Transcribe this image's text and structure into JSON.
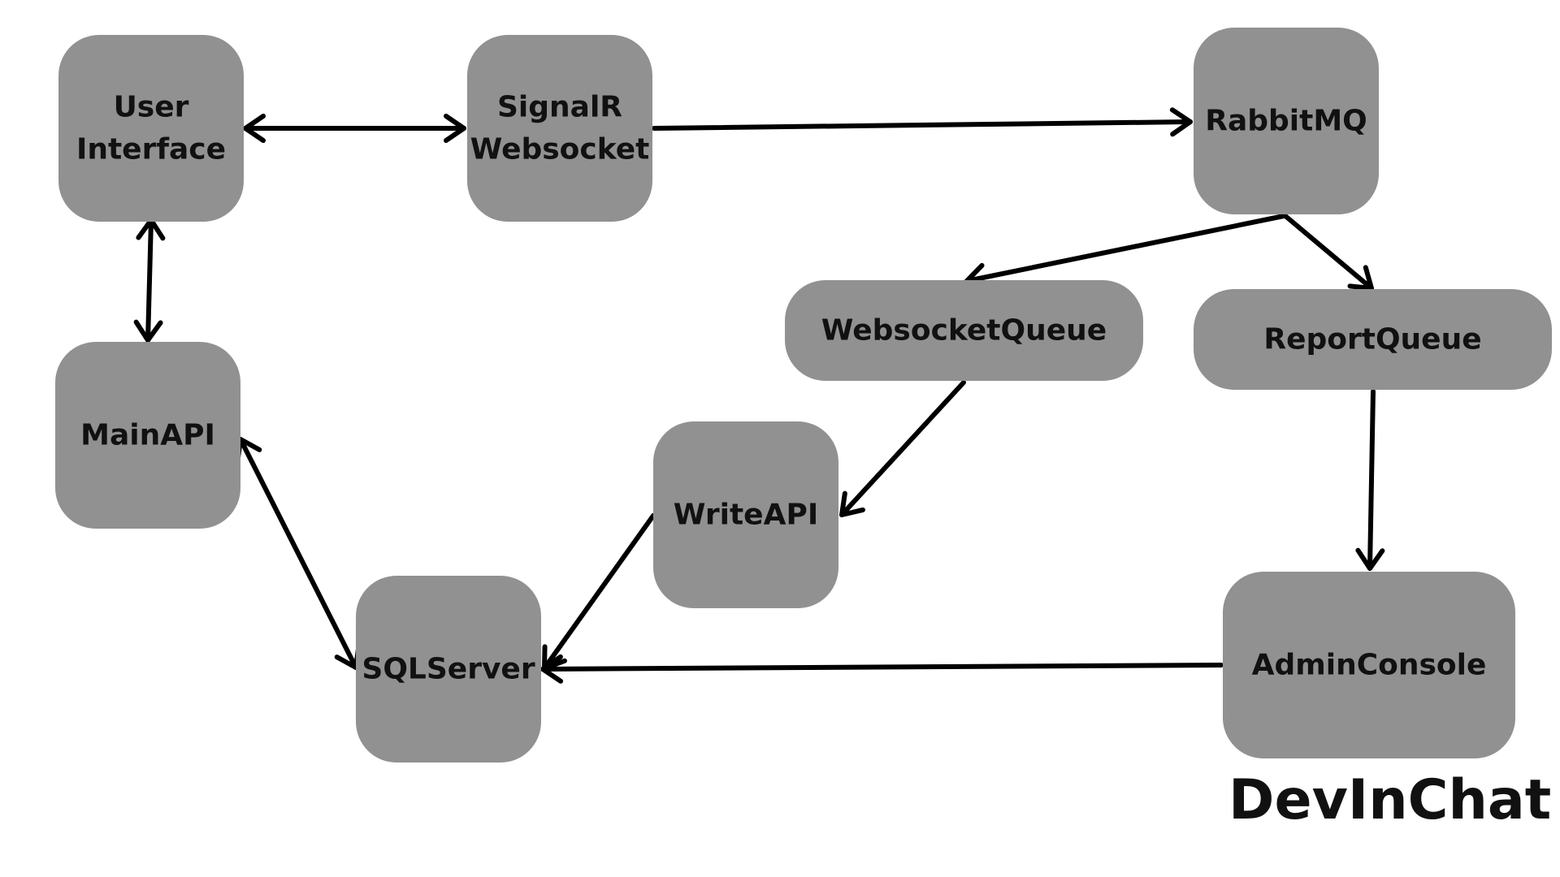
{
  "diagram": {
    "brand": "DevInChat",
    "colors": {
      "node_fill": "#919191",
      "node_text": "#111111",
      "edge": "#000000",
      "background": "#ffffff"
    },
    "nodes": [
      {
        "id": "user-interface",
        "lines": [
          "User",
          "Interface"
        ]
      },
      {
        "id": "signalr-websocket",
        "lines": [
          "SignalR",
          "Websocket"
        ]
      },
      {
        "id": "rabbitmq",
        "lines": [
          "RabbitMQ"
        ]
      },
      {
        "id": "websocketqueue",
        "lines": [
          "WebsocketQueue"
        ]
      },
      {
        "id": "reportqueue",
        "lines": [
          "ReportQueue"
        ]
      },
      {
        "id": "mainapi",
        "lines": [
          "MainAPI"
        ]
      },
      {
        "id": "writeapi",
        "lines": [
          "WriteAPI"
        ]
      },
      {
        "id": "sqlserver",
        "lines": [
          "SQLServer"
        ]
      },
      {
        "id": "adminconsole",
        "lines": [
          "AdminConsole"
        ]
      }
    ],
    "edges": [
      {
        "from": "user-interface",
        "to": "signalr-websocket",
        "direction": "both"
      },
      {
        "from": "signalr-websocket",
        "to": "rabbitmq",
        "direction": "forward"
      },
      {
        "from": "user-interface",
        "to": "mainapi",
        "direction": "both"
      },
      {
        "from": "rabbitmq",
        "to": "websocketqueue",
        "direction": "forward"
      },
      {
        "from": "rabbitmq",
        "to": "reportqueue",
        "direction": "forward"
      },
      {
        "from": "websocketqueue",
        "to": "writeapi",
        "direction": "forward"
      },
      {
        "from": "reportqueue",
        "to": "adminconsole",
        "direction": "forward"
      },
      {
        "from": "mainapi",
        "to": "sqlserver",
        "direction": "both"
      },
      {
        "from": "writeapi",
        "to": "sqlserver",
        "direction": "forward"
      },
      {
        "from": "adminconsole",
        "to": "sqlserver",
        "direction": "forward"
      }
    ]
  }
}
